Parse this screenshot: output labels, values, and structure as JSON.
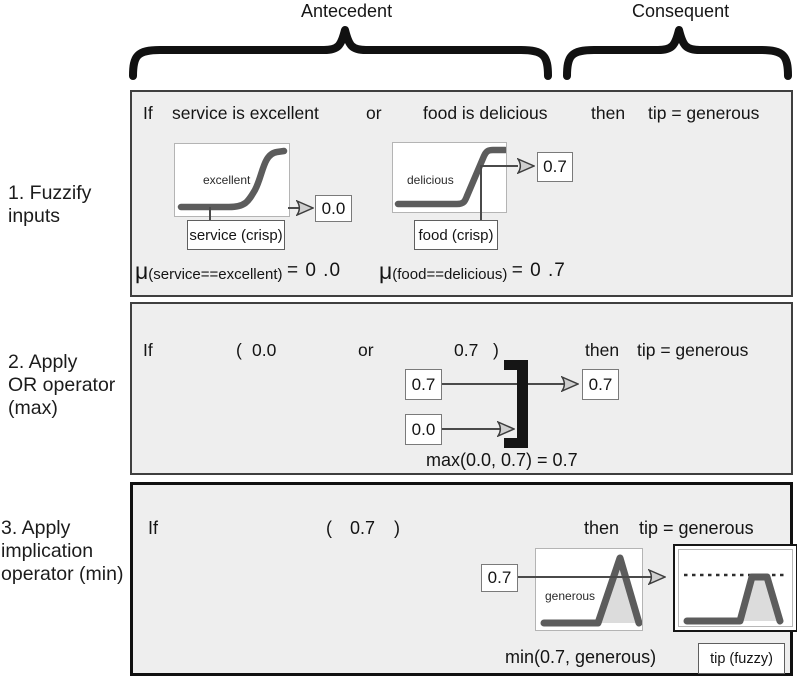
{
  "title_row": {
    "antecedent": "Antecedent",
    "consequent": "Consequent"
  },
  "steps": {
    "step1": {
      "line1": "1. Fuzzify",
      "line2": "inputs"
    },
    "step2": {
      "line1": "2. Apply",
      "line2": "OR operator",
      "line3": "(max)"
    },
    "step3": {
      "line1": "3. Apply",
      "line2": "implication",
      "line3": "operator (min)"
    }
  },
  "panel1": {
    "rule": {
      "kw_if": "If",
      "clause1": "service is excellent",
      "kw_or": "or",
      "clause2": "food is delicious",
      "kw_then": "then",
      "consequent": "tip = generous"
    },
    "service_graph": {
      "mf_label": "excellent",
      "input_label": "service (crisp)",
      "value": "0.0"
    },
    "food_graph": {
      "mf_label": "delicious",
      "input_label": "food (crisp)",
      "value": "0.7"
    },
    "mu_service": {
      "symbol": "μ",
      "subscript": "(service==excellent)",
      "value": "= 0 .0"
    },
    "mu_food": {
      "symbol": "μ",
      "subscript": "(food==delicious)",
      "value": "= 0 .7"
    }
  },
  "panel2": {
    "rule": {
      "kw_if": "If",
      "paren_open": "(",
      "value1": "0.0",
      "kw_or": "or",
      "value2": "0.7",
      "paren_close": ")",
      "kw_then": "then",
      "consequent": "tip = generous"
    },
    "input_top": "0.7",
    "input_bottom": "0.0",
    "result": "0.7",
    "formula": "max(0.0, 0.7) = 0.7"
  },
  "panel3": {
    "rule": {
      "kw_if": "If",
      "paren_open": "(",
      "value": "0.7",
      "paren_close": ")",
      "kw_then": "then",
      "consequent": "tip = generous"
    },
    "input_value": "0.7",
    "mf_label": "generous",
    "formula": "min(0.7, generous)",
    "output_label": "tip (fuzzy)"
  },
  "colors": {
    "curve": "#5c5c5c",
    "mf_fill": "#dcdcdc",
    "panel_bg": "#eeeeee",
    "bracket": "#151515",
    "text": "#1a1a1a"
  }
}
